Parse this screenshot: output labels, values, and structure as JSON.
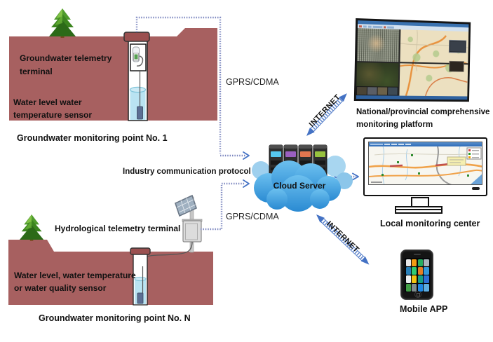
{
  "diagram": {
    "point1": {
      "terminal_label_line1": "Groundwater telemetry",
      "terminal_label_line2": "terminal",
      "sensor_label_line1": "Water level water",
      "sensor_label_line2": "temperature sensor",
      "caption": "Groundwater monitoring point No. 1"
    },
    "pointN": {
      "terminal_label": "Hydrological telemetry terminal",
      "sensor_label_line1": "Water level, water temperature",
      "sensor_label_line2": "or water quality sensor",
      "caption": "Groundwater monitoring point No. N"
    },
    "links": {
      "gprs_top": "GPRS/CDMA",
      "gprs_bottom": "GPRS/CDMA",
      "protocol": "Industry communication protocol",
      "internet_top": "INTERNET",
      "internet_bottom": "INTERNET"
    },
    "cloud": {
      "label": "Cloud Server"
    },
    "platform": {
      "caption_line1": "National/provincial comprehensive",
      "caption_line2": "monitoring platform"
    },
    "local_center": {
      "caption": "Local monitoring center"
    },
    "mobile": {
      "caption": "Mobile APP",
      "app_icon_colors": [
        "#e8e8e8",
        "#f39c12",
        "#27ae60",
        "#aab4bd",
        "#2980b9",
        "#2ecc71",
        "#e67e22",
        "#3498db",
        "#ecf0f1",
        "#f1c40f",
        "#16a085",
        "#2c6fd6",
        "#43a047",
        "#7f8c8d",
        "#1e88e5",
        "#5dade2"
      ]
    },
    "colors": {
      "ground": "#a76060",
      "well_cap": "#9b5050",
      "water": "#b9e3f2",
      "dotted_line": "#7b86bf",
      "arrow_blue": "#4472c4",
      "cloud_top": "#6cc0ef",
      "cloud_bottom": "#2a8ad2",
      "server_stripes": [
        "#56c7ef",
        "#9a5fc0",
        "#e3764f",
        "#97c13e"
      ]
    }
  }
}
